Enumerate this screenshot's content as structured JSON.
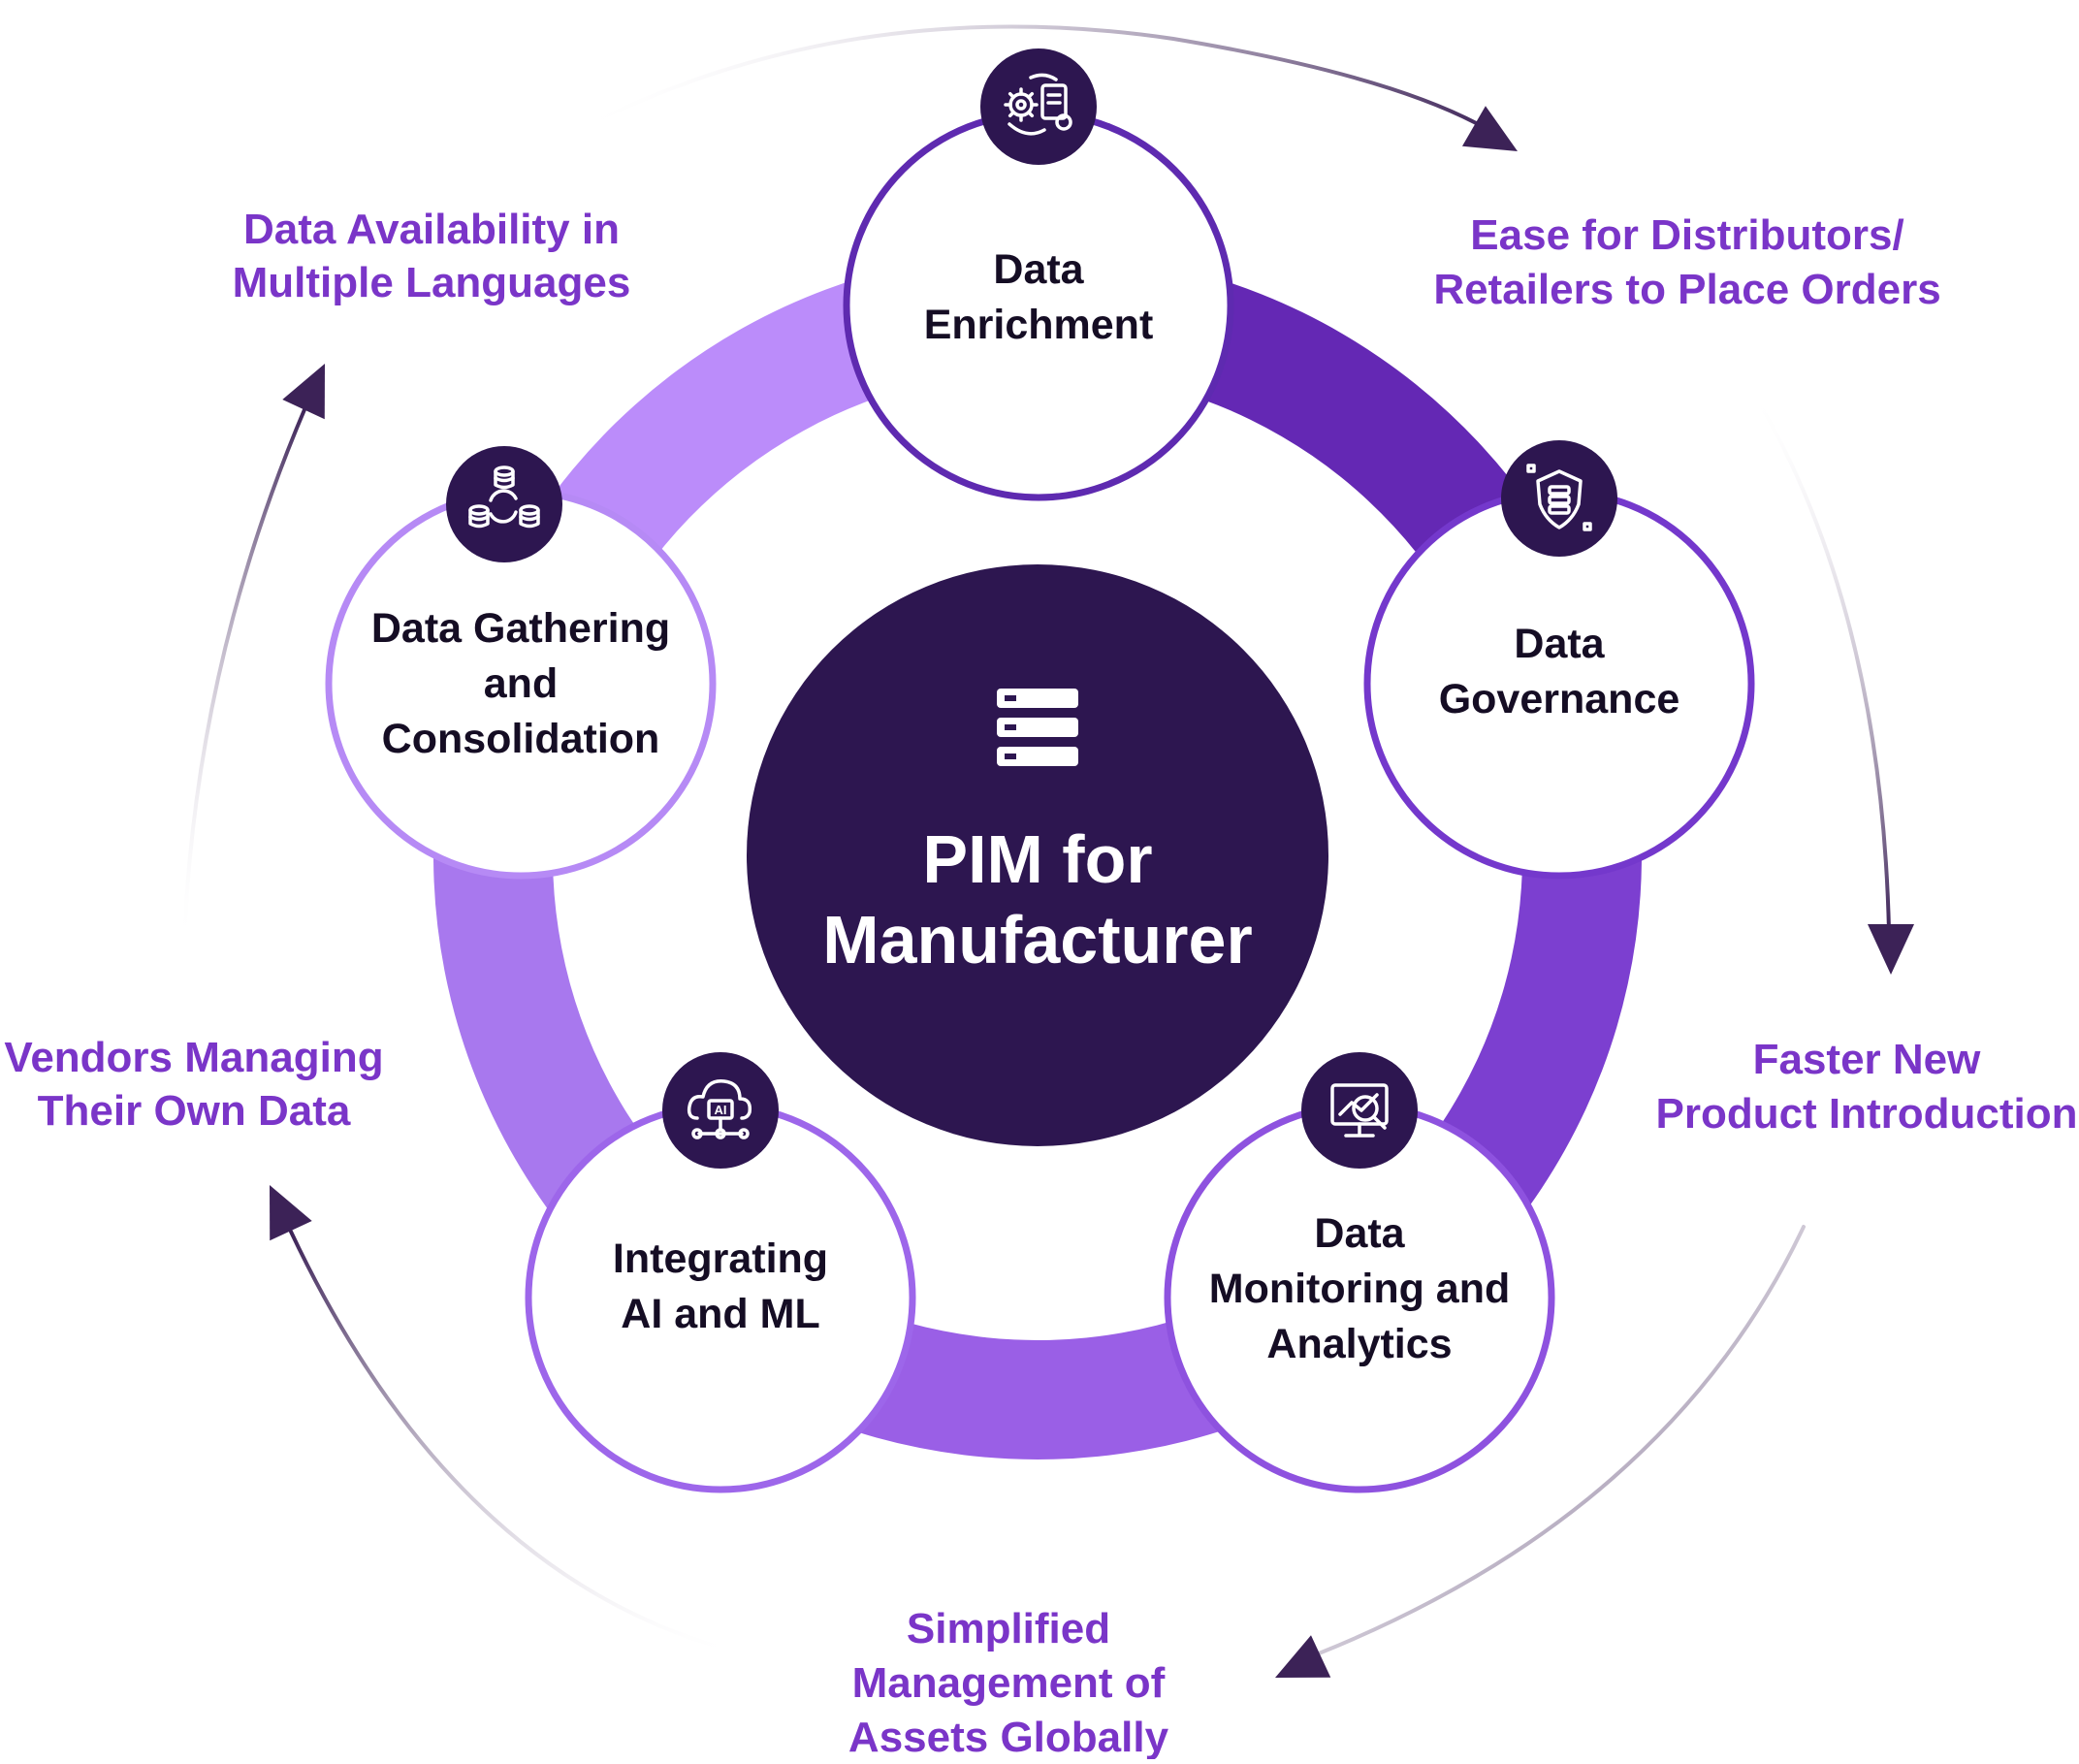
{
  "center": {
    "title_lines": [
      "PIM for",
      "Manufacturer"
    ],
    "icon": "server-stack-icon"
  },
  "nodes": [
    {
      "id": "data-enrichment",
      "label_lines": [
        "Data",
        "Enrichment"
      ],
      "icon": "gear-document-sync-icon"
    },
    {
      "id": "data-governance",
      "label_lines": [
        "Data",
        "Governance"
      ],
      "icon": "shield-database-icon"
    },
    {
      "id": "data-monitoring-analytics",
      "label_lines": [
        "Data",
        "Monitoring and",
        "Analytics"
      ],
      "icon": "monitor-analytics-icon"
    },
    {
      "id": "integrating-ai-ml",
      "label_lines": [
        "Integrating",
        "AI and ML"
      ],
      "icon": "ai-cloud-network-icon"
    },
    {
      "id": "data-gathering-consolidation",
      "label_lines": [
        "Data Gathering",
        "and",
        "Consolidation"
      ],
      "icon": "database-sync-icon"
    }
  ],
  "outcomes": [
    {
      "id": "ease-distributors",
      "label_lines": [
        "Ease for Distributors/",
        "Retailers to Place Orders"
      ]
    },
    {
      "id": "faster-npi",
      "label_lines": [
        "Faster New",
        "Product Introduction"
      ]
    },
    {
      "id": "simplified-assets",
      "label_lines": [
        "Simplified",
        "Management of",
        "Assets Globally"
      ]
    },
    {
      "id": "vendors-own-data",
      "label_lines": [
        "Vendors Managing",
        "Their Own Data"
      ]
    },
    {
      "id": "data-languages",
      "label_lines": [
        "Data Availability in",
        "Multiple Languages"
      ]
    }
  ],
  "colors": {
    "dark": "#2d1650",
    "text_dark": "#150d24",
    "accent_text": "#7a35c8",
    "ring_segments": [
      "#6428b4",
      "#7c3fd0",
      "#9a5fe6",
      "#a878ee",
      "#bb8cfa"
    ],
    "node_borders": [
      "#5e2ab0",
      "#7438cc",
      "#8e52df",
      "#9d66ea",
      "#b68af5"
    ],
    "outer_arrow": "#3c2257"
  }
}
